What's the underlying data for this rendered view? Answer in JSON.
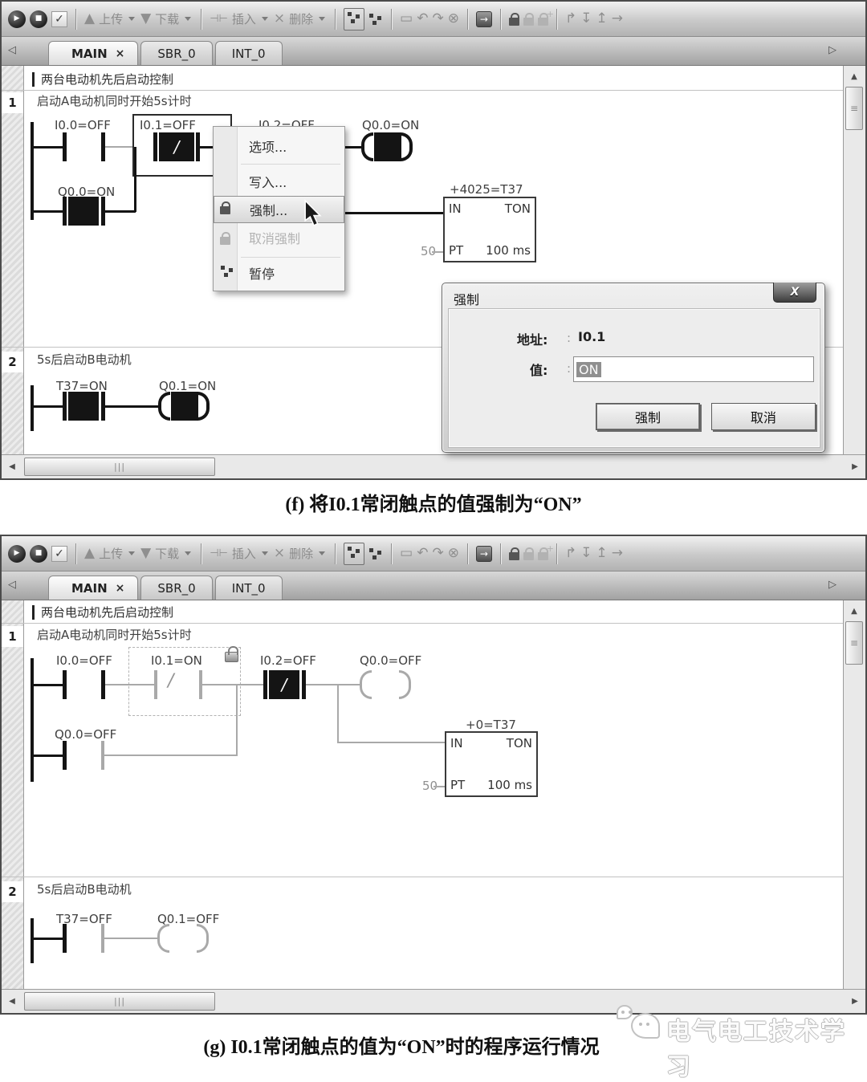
{
  "icons": {
    "run": "▶",
    "stop": "■",
    "check": "✓",
    "up_arrow": "▲",
    "down_arrow": "▼",
    "insert_contact": "⊣⊢",
    "delete_cross": "×",
    "bookmark": "▭",
    "undo": "↶",
    "redo": "↷",
    "clear_bookmark": "⊗",
    "goto": "→",
    "tool_branch": "↱",
    "tool_down": "↧",
    "tool_up": "↥",
    "tool_line": "→",
    "tab_prev": "◁",
    "tab_next": "▷",
    "scroll_up": "▲",
    "scroll_left": "◀",
    "scroll_right": "▶",
    "grip_v": "|||",
    "grip_h": "≡",
    "slash": "/"
  },
  "toolbar": {
    "upload": "上传",
    "download": "下载",
    "insert": "插入",
    "delete": "删除"
  },
  "tabs": {
    "main": "MAIN",
    "close": "×",
    "sbr": "SBR_0",
    "int": "INT_0"
  },
  "comment": "两台电动机先后启动控制",
  "networks": {
    "n1_num": "1",
    "n1_title": "启动A电动机同时开始5s计时",
    "n2_num": "2",
    "n2_title": "5s后启动B电动机"
  },
  "timer": {
    "in": "IN",
    "type": "TON",
    "pt": "PT",
    "preset": "50",
    "base": "100 ms"
  },
  "panel_f": {
    "labels": {
      "i00": "I0.0=OFF",
      "i01": "I0.1=OFF",
      "i02": "I0.2=OFF",
      "q00_coil": "Q0.0=ON",
      "q00_branch": "Q0.0=ON",
      "timer_value": "+4025=T37",
      "t37": "T37=ON",
      "q01_coil": "Q0.1=ON"
    },
    "menu": {
      "options": "选项...",
      "write": "写入...",
      "force": "强制...",
      "unforce": "取消强制",
      "pause": "暂停"
    },
    "dialog": {
      "title": "强制",
      "close": "X",
      "address_label": "地址:",
      "colon": ":",
      "address": "I0.1",
      "value_label": "值:",
      "value": "ON",
      "ok": "强制",
      "cancel": "取消"
    },
    "caption": "(f) 将I0.1常闭触点的值强制为“ON”"
  },
  "panel_g": {
    "labels": {
      "i00": "I0.0=OFF",
      "i01": "I0.1=ON",
      "i02": "I0.2=OFF",
      "q00_coil": "Q0.0=OFF",
      "q00_branch": "Q0.0=OFF",
      "timer_value": "+0=T37",
      "t37": "T37=OFF",
      "q01_coil": "Q0.1=OFF"
    },
    "caption": "(g) I0.1常闭触点的值为“ON”时的程序运行情况"
  },
  "watermark": "电气电工技术学习"
}
